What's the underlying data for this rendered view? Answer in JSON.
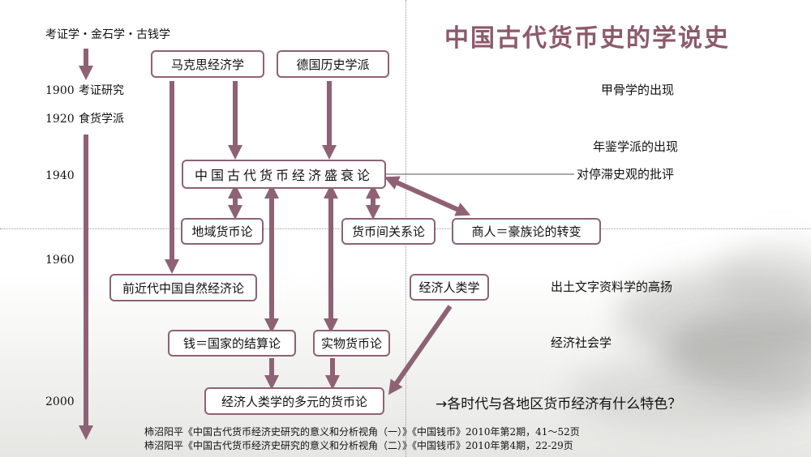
{
  "title": "中国古代货币史的学说史",
  "timeline": {
    "top_label": "考证学・金石学・古钱学",
    "years": [
      {
        "year": "1900",
        "label": "考证研究"
      },
      {
        "year": "1920",
        "label": "食货学派"
      },
      {
        "year": "1940",
        "label": ""
      },
      {
        "year": "1960",
        "label": ""
      },
      {
        "year": "2000",
        "label": ""
      }
    ]
  },
  "boxes": {
    "marx": "马克思经济学",
    "german": "德国历史学派",
    "rise_fall": "中国古代货币经济盛衰论",
    "regional": "地域货币论",
    "inter_currency": "货币间关系论",
    "merchant": "商人＝豪族论的转变",
    "premodern": "前近代中国自然经济论",
    "econ_anthro": "经济人类学",
    "state_money": "钱＝国家的结算论",
    "commodity": "实物货币论",
    "plural": "经济人类学的多元的货币论"
  },
  "side_notes": {
    "oracle": "甲骨学的出现",
    "annals": "年鉴学派的出现",
    "stagnation": "对停滞史观的批评",
    "excavated": "出土文字资料学的高扬",
    "econ_sociology": "经济社会学"
  },
  "question": "→各时代与各地区货币经济有什么特色？",
  "citations": [
    "柿沼阳平《中国古代货币经济史研究的意义和分析视角（一）》《中国钱币》2010年第2期，41～52页",
    "柿沼阳平《中国古代货币经济史研究的意义和分析视角（二）》《中国钱币》2010年第4期，22-29页"
  ],
  "colors": {
    "accent": "#8c5a6b",
    "arrow": "#8e6274",
    "box_border": "#8e6274"
  }
}
